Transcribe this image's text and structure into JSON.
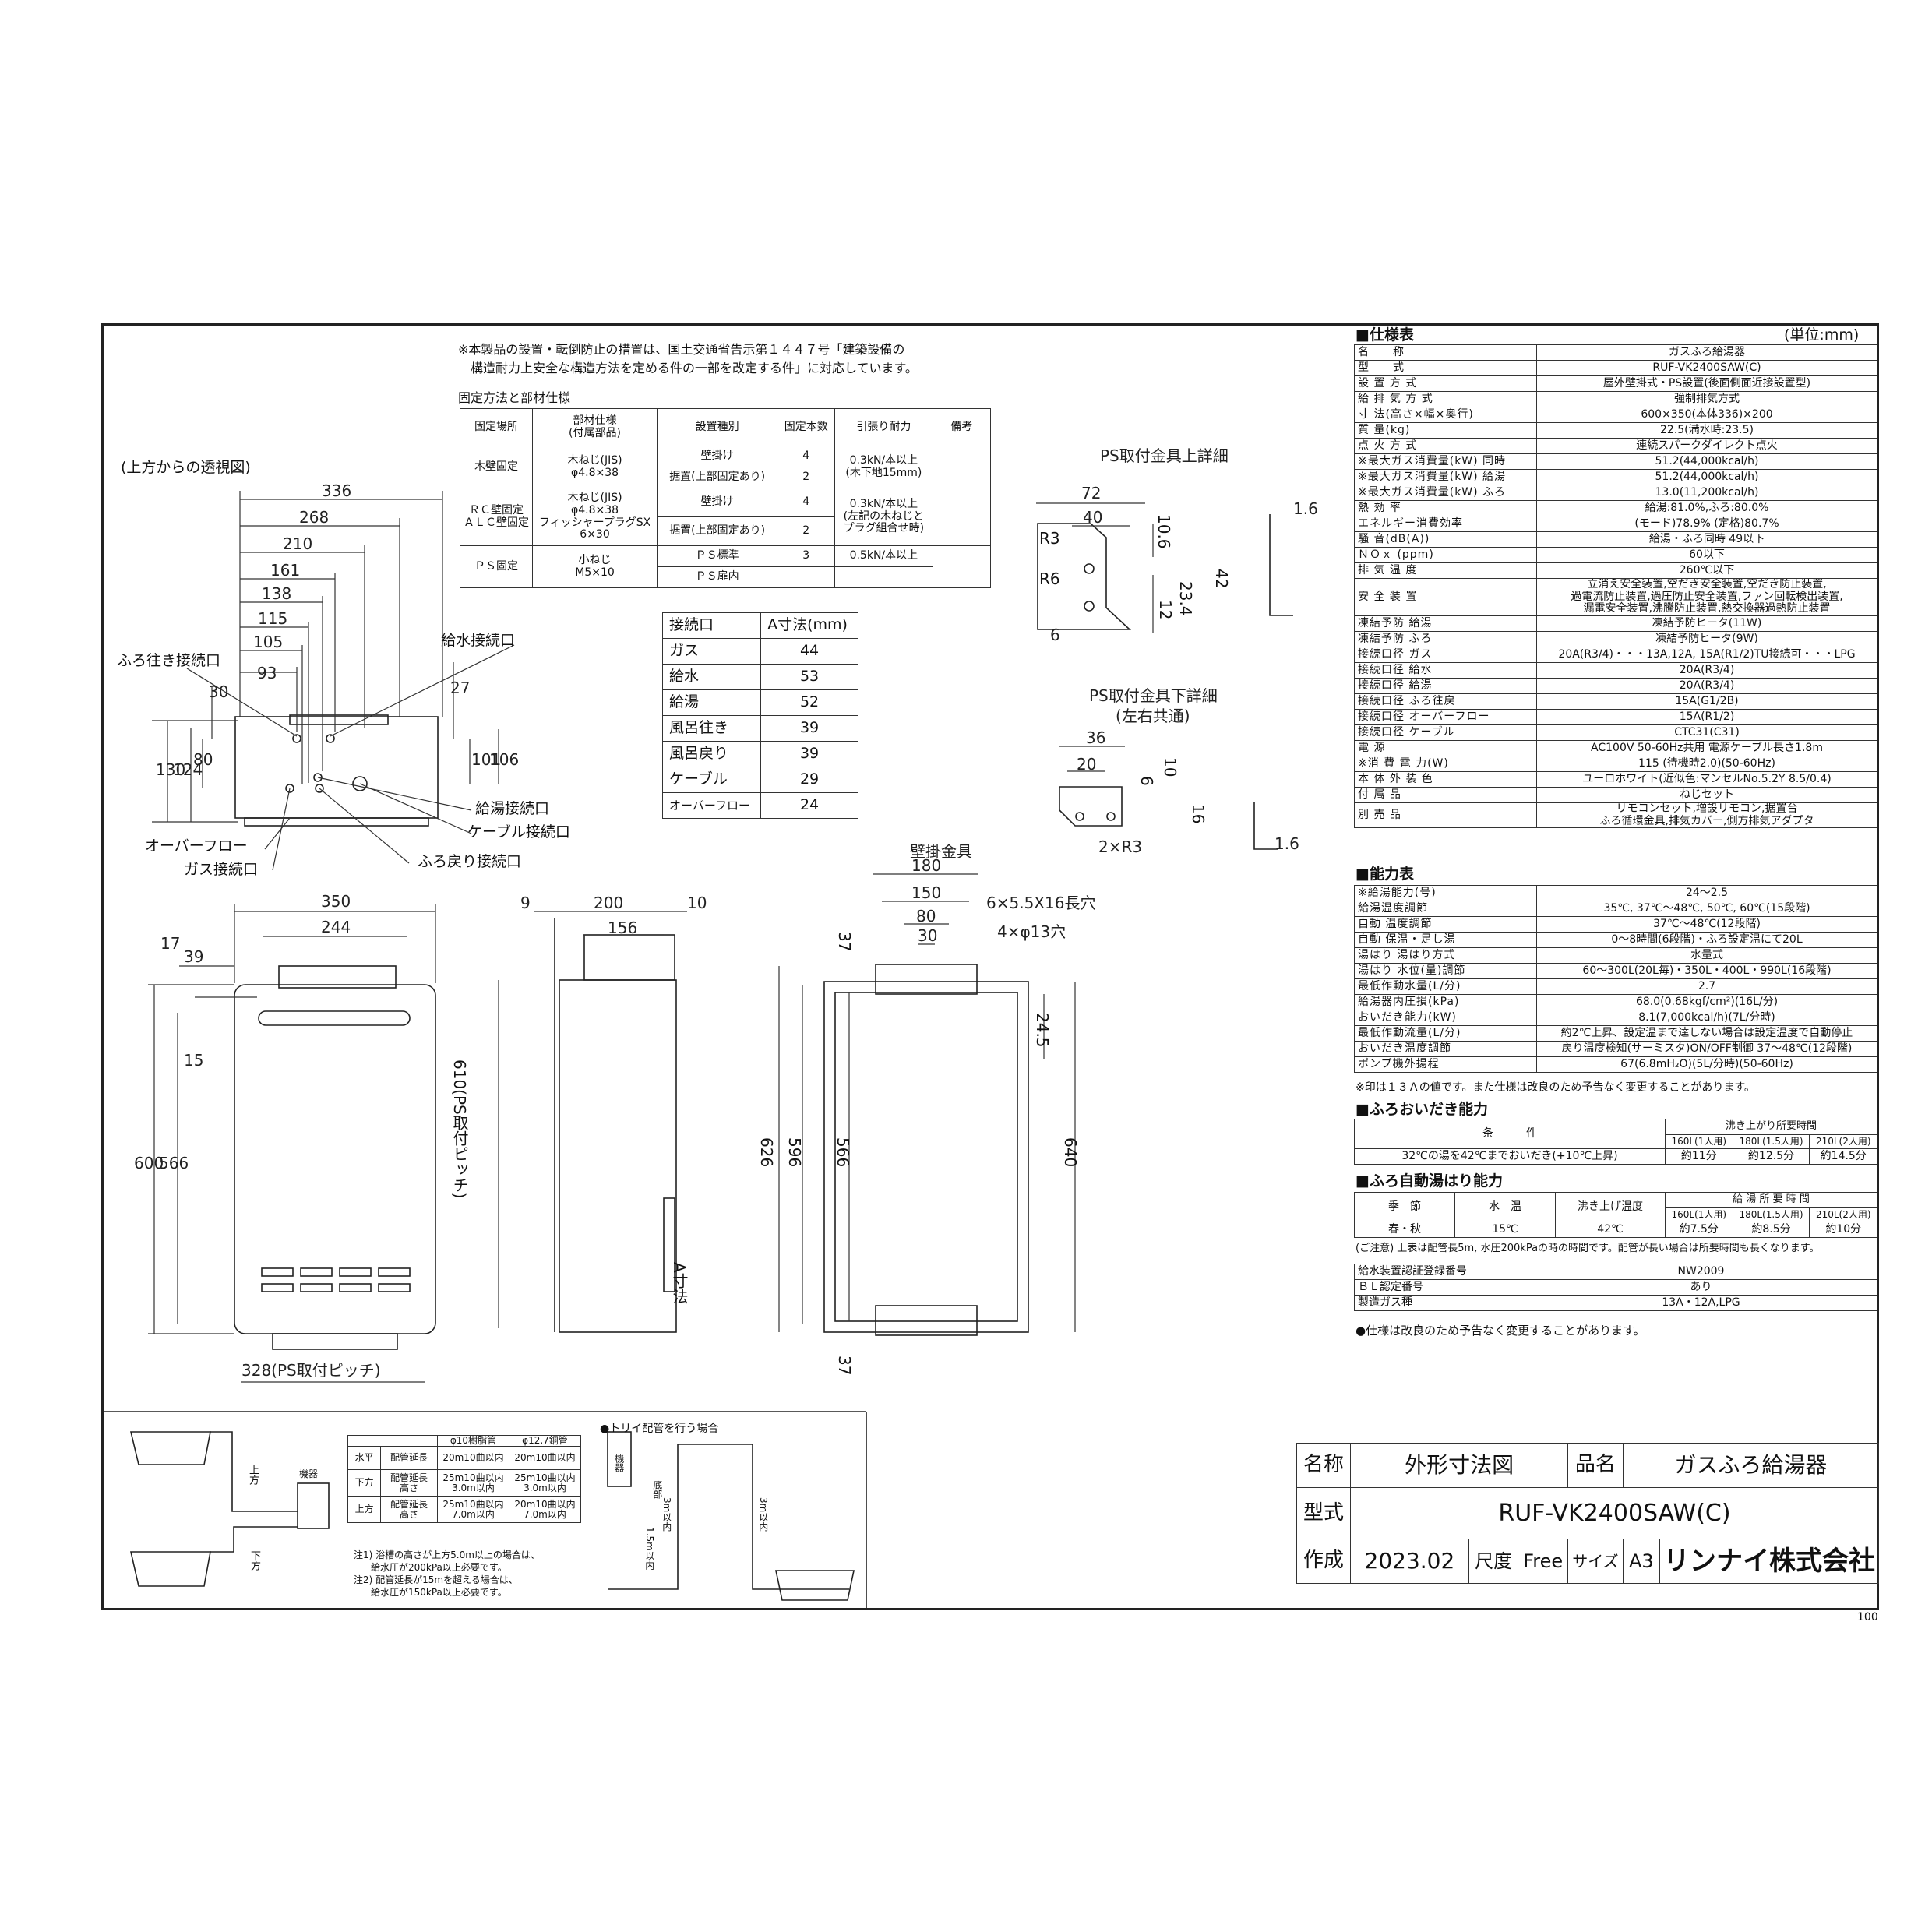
{
  "header_note": {
    "line1": "※本製品の設置・転倒防止の措置は、国土交通省告示第１４４７号「建築設備の",
    "line2": "構造耐力上安全な構造方法を定める件の一部を改定する件」に対応しています。"
  },
  "fix_section_title": "固定方法と部材仕様",
  "fix_table": {
    "headers": [
      "固定場所",
      "部材仕様\n(付属部品)",
      "設置種別",
      "固定本数",
      "引張り耐力",
      "備考"
    ],
    "rows": [
      [
        "木壁固定",
        "木ねじ(JIS)\nφ4.8×38",
        "壁掛け",
        "4",
        "0.3kN/本以上\n(木下地15mm)",
        ""
      ],
      [
        "",
        "",
        "据置(上部固定あり)",
        "2",
        "",
        ""
      ],
      [
        "ＲＣ壁固定\nＡＬＣ壁固定",
        "木ねじ(JIS)\nφ4.8×38\nフィッシャープラグSX\n6×30",
        "壁掛け",
        "4",
        "0.3kN/本以上\n(左記の木ねじと\nプラグ組合せ時)",
        ""
      ],
      [
        "",
        "",
        "据置(上部固定あり)",
        "2",
        "",
        ""
      ],
      [
        "ＰＳ固定",
        "小ねじ\nM5×10",
        "ＰＳ標準",
        "3",
        "0.5kN/本以上",
        ""
      ],
      [
        "",
        "",
        "ＰＳ扉内",
        "",
        "",
        ""
      ]
    ]
  },
  "conn_table": {
    "headers": [
      "接続口",
      "A寸法(mm)"
    ],
    "rows": [
      [
        "ガス",
        "44"
      ],
      [
        "給水",
        "53"
      ],
      [
        "給湯",
        "52"
      ],
      [
        "風呂往き",
        "39"
      ],
      [
        "風呂戻り",
        "39"
      ],
      [
        "ケーブル",
        "29"
      ],
      [
        "オーバーフロー",
        "24"
      ]
    ]
  },
  "top_view": {
    "title": "(上方からの透視図)",
    "dims": [
      "336",
      "268",
      "210",
      "161",
      "138",
      "115",
      "105",
      "93",
      "30",
      "27",
      "130",
      "124",
      "80",
      "101",
      "106"
    ],
    "labels": {
      "bath_out": "ふろ往き接続口",
      "water_in": "給水接続口",
      "hot_out": "給湯接続口",
      "cable": "ケーブル接続口",
      "bath_return": "ふろ戻り接続口",
      "overflow": "オーバーフロー",
      "gas": "ガス接続口"
    }
  },
  "ps_upper": {
    "title": "PS取付金具上詳細",
    "dims": [
      "72",
      "40",
      "10.6",
      "1.6",
      "R3",
      "R6",
      "12",
      "23.4",
      "42",
      "6"
    ]
  },
  "ps_lower": {
    "title": "PS取付金具下詳細",
    "subtitle": "(左右共通)",
    "dims": [
      "36",
      "20",
      "6",
      "10",
      "16",
      "2×R3",
      "1.6"
    ]
  },
  "front_view": {
    "dims": [
      "350",
      "244",
      "17",
      "39",
      "15",
      "600",
      "566",
      "610(PS取付ピッチ)",
      "328(PS取付ピッチ)"
    ]
  },
  "side_view": {
    "dims": [
      "9",
      "200",
      "10",
      "156",
      "A寸法"
    ]
  },
  "bracket_view": {
    "title": "壁掛金具",
    "dims": [
      "180",
      "150",
      "80",
      "30",
      "6×5.5X16長穴",
      "4×φ13穴",
      "37",
      "24.5",
      "626",
      "596",
      "566",
      "640",
      "37"
    ]
  },
  "spec": {
    "title": "■仕様表",
    "unit": "(単位:mm)",
    "rows": [
      [
        "名　　称",
        "ガスふろ給湯器"
      ],
      [
        "型　　式",
        "RUF-VK2400SAW(C)"
      ],
      [
        "設 置 方 式",
        "屋外壁掛式・PS設置(後面側面近接設置型)"
      ],
      [
        "給 排 気 方 式",
        "強制排気方式"
      ],
      [
        "寸 法(高さ×幅×奥行)",
        "600×350(本体336)×200"
      ],
      [
        "質 量(kg)",
        "22.5(満水時:23.5)"
      ],
      [
        "点 火 方 式",
        "連続スパークダイレクト点火"
      ],
      [
        "※最大ガス消費量(kW) 同時",
        "51.2(44,000kcal/h)"
      ],
      [
        "※最大ガス消費量(kW) 給湯",
        "51.2(44,000kcal/h)"
      ],
      [
        "※最大ガス消費量(kW) ふろ",
        "13.0(11,200kcal/h)"
      ],
      [
        "熱 効 率",
        "給湯:81.0%,ふろ:80.0%"
      ],
      [
        "エネルギー消費効率",
        "(モード)78.9% (定格)80.7%"
      ],
      [
        "騒 音(dB(A))",
        "給湯・ふろ同時 49以下"
      ],
      [
        "ＮＯｘ (ppm)",
        "60以下"
      ],
      [
        "排 気 温 度",
        "260℃以下"
      ],
      [
        "安 全 装 置",
        "立消え安全装置,空だき安全装置,空だき防止装置,\n過電流防止装置,過圧防止安全装置,ファン回転検出装置,\n漏電安全装置,沸騰防止装置,熱交換器過熱防止装置"
      ],
      [
        "凍結予防 給湯",
        "凍結予防ヒータ(11W)"
      ],
      [
        "凍結予防 ふろ",
        "凍結予防ヒータ(9W)"
      ],
      [
        "接続口径 ガス",
        "20A(R3/4)・・・13A,12A, 15A(R1/2)TU接続可・・・LPG"
      ],
      [
        "接続口径 給水",
        "20A(R3/4)"
      ],
      [
        "接続口径 給湯",
        "20A(R3/4)"
      ],
      [
        "接続口径 ふろ往戻",
        "15A(G1/2B)"
      ],
      [
        "接続口径 オーバーフロー",
        "15A(R1/2)"
      ],
      [
        "接続口径 ケーブル",
        "CTC31(C31)"
      ],
      [
        "電 源",
        "AC100V 50-60Hz共用 電源ケーブル長さ1.8m"
      ],
      [
        "※消 費 電 力(W)",
        "115 (待機時2.0)(50-60Hz)"
      ],
      [
        "本 体 外 装 色",
        "ユーロホワイト(近似色:マンセルNo.5.2Y 8.5/0.4)"
      ],
      [
        "付 属 品",
        "ねじセット"
      ],
      [
        "別 売 品",
        "リモコンセット,増設リモコン,据置台\nふろ循環金具,排気カバー,側方排気アダプタ"
      ]
    ]
  },
  "capacity": {
    "title": "■能力表",
    "rows": [
      [
        "※給湯能力(号)",
        "24〜2.5"
      ],
      [
        "給湯温度調節",
        "35℃, 37℃〜48℃, 50℃, 60℃(15段階)"
      ],
      [
        "自動 温度調節",
        "37℃〜48℃(12段階)"
      ],
      [
        "自動 保温・足し湯",
        "0〜8時間(6段階)・ふろ設定温にて20L"
      ],
      [
        "湯はり 湯はり方式",
        "水量式"
      ],
      [
        "湯はり 水位(量)調節",
        "60〜300L(20L毎)・350L・400L・990L(16段階)"
      ],
      [
        "最低作動水量(L/分)",
        "2.7"
      ],
      [
        "給湯器内圧損(kPa)",
        "68.0(0.68kgf/cm²)(16L/分)"
      ],
      [
        "おいだき能力(kW)",
        "8.1(7,000kcal/h)(7L/分時)"
      ],
      [
        "最低作動流量(L/分)",
        "約2℃上昇、設定温まで達しない場合は設定温度で自動停止"
      ],
      [
        "おいだき温度調節",
        "戻り温度検知(サーミスタ)ON/OFF制御 37〜48℃(12段階)"
      ],
      [
        "ポンプ機外揚程",
        "67(6.8mH₂O)(5L/分時)(50-60Hz)"
      ]
    ],
    "note": "※印は１３Ａの値です。また仕様は改良のため予告なく変更することがあります。"
  },
  "oidaki": {
    "title": "■ふろおいだき能力",
    "header_cond": "条　　　件",
    "header_time": "沸き上がり所要時間",
    "cols": [
      "160L(1人用)",
      "180L(1.5人用)",
      "210L(2人用)"
    ],
    "row": [
      "32℃の湯を42℃までおいだき(+10℃上昇)",
      "約11分",
      "約12.5分",
      "約14.5分"
    ]
  },
  "auto_fill": {
    "title": "■ふろ自動湯はり能力",
    "headers": [
      "季　節",
      "水　温",
      "沸き上げ温度",
      "給 湯 所 要 時 間"
    ],
    "cols": [
      "160L(1人用)",
      "180L(1.5人用)",
      "210L(2人用)"
    ],
    "row": [
      "春・秋",
      "15℃",
      "42℃",
      "約7.5分",
      "約8.5分",
      "約10分"
    ],
    "note": "(ご注意) 上表は配管長5m, 水圧200kPaの時の時間です。配管が長い場合は所要時間も長くなります。"
  },
  "reg": {
    "rows": [
      [
        "給水装置認証登録番号",
        "NW2009"
      ],
      [
        "ＢＬ認定番号",
        "あり"
      ],
      [
        "製造ガス種",
        "13A・12A,LPG"
      ]
    ],
    "note": "●仕様は改良のため予告なく変更することがあります。"
  },
  "piping": {
    "headers": [
      "",
      "",
      "φ10樹脂管",
      "φ12.7銅管"
    ],
    "rows": [
      [
        "水平",
        "配管延長",
        "20m10曲以内",
        "20m10曲以内"
      ],
      [
        "下方",
        "配管延長\n高さ",
        "25m10曲以内\n3.0m以内",
        "25m10曲以内\n3.0m以内"
      ],
      [
        "上方",
        "配管延長\n高さ",
        "25m10曲以内\n7.0m以内",
        "20m10曲以内\n7.0m以内"
      ]
    ],
    "notes": [
      "注1) 浴槽の高さが上方5.0m以上の場合は、",
      "給水圧が200kPa以上必要です。",
      "注2) 配管延長が15mを超える場合は、",
      "給水圧が150kPa以上必要です。"
    ],
    "labels": {
      "upper": "上方",
      "lower": "下方",
      "unit": "機器"
    },
    "torii_title": "●トリイ配管を行う場合",
    "torii_labels": [
      "機器",
      "底部",
      "1.5m以内",
      "3m以内",
      "3m以内"
    ]
  },
  "title_block": {
    "name_label": "名称",
    "name_value": "外形寸法図",
    "product_label": "品名",
    "product_value": "ガスふろ給湯器",
    "model_label": "型式",
    "model_value": "RUF-VK2400SAW(C)",
    "made_label": "作成",
    "made_value": "2023.02",
    "scale_label": "尺度",
    "scale_value": "Free",
    "size_label": "サイズ",
    "size_value": "A3",
    "company": "リンナイ株式会社",
    "page": "100"
  }
}
